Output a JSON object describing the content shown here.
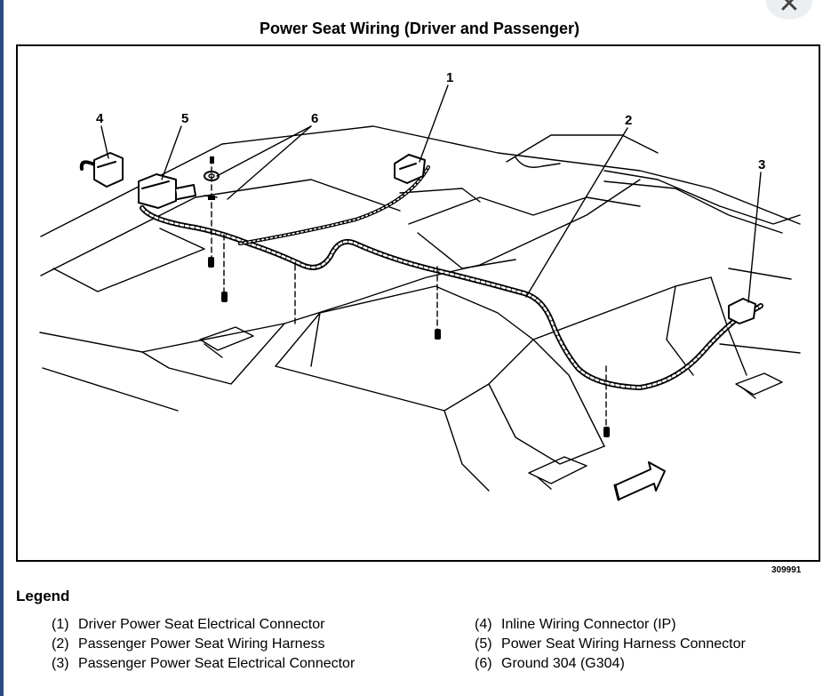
{
  "title": "Power Seat Wiring (Driver and Passenger)",
  "callouts": [
    "1",
    "2",
    "3",
    "4",
    "5",
    "6"
  ],
  "figure_number": "309991",
  "legend": {
    "heading": "Legend",
    "items": [
      {
        "num": "(1)",
        "text": "Driver Power Seat Electrical Connector"
      },
      {
        "num": "(2)",
        "text": "Passenger Power Seat Wiring Harness"
      },
      {
        "num": "(3)",
        "text": "Passenger Power Seat Electrical Connector"
      },
      {
        "num": "(4)",
        "text": "Inline Wiring Connector (IP)"
      },
      {
        "num": "(5)",
        "text": "Power Seat Wiring Harness Connector"
      },
      {
        "num": "(6)",
        "text": "Ground 304 (G304)"
      }
    ]
  },
  "ui": {
    "close_icon": "close-icon"
  }
}
